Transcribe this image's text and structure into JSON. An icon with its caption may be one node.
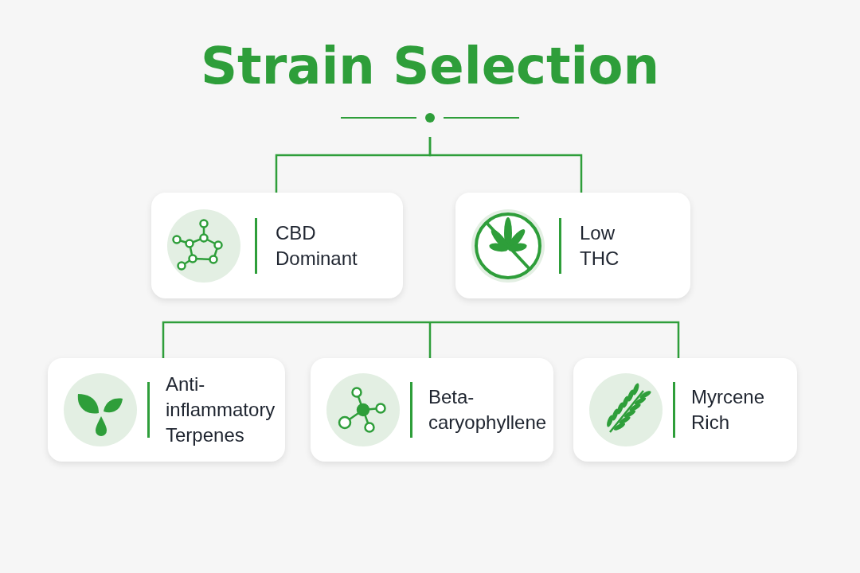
{
  "diagram": {
    "title": "Strain Selection",
    "nodes": [
      {
        "text": [
          "CBD Dominant"
        ]
      },
      {
        "text": [
          "Low THC"
        ]
      },
      {
        "text": [
          "Anti- inflammatory Terpenes"
        ]
      },
      {
        "text": [
          "Beta- caryophyllene"
        ]
      },
      {
        "text": [
          "Myrcene Rich"
        ]
      }
    ],
    "edges": [
      {
        "from": null,
        "to": 0,
        "arrow": "none"
      },
      {
        "from": null,
        "to": 1,
        "arrow": "none"
      },
      {
        "from": null,
        "to": 2,
        "arrow": "none"
      },
      {
        "from": null,
        "to": 3,
        "arrow": "none"
      },
      {
        "from": null,
        "to": 4,
        "arrow": "none"
      }
    ]
  }
}
